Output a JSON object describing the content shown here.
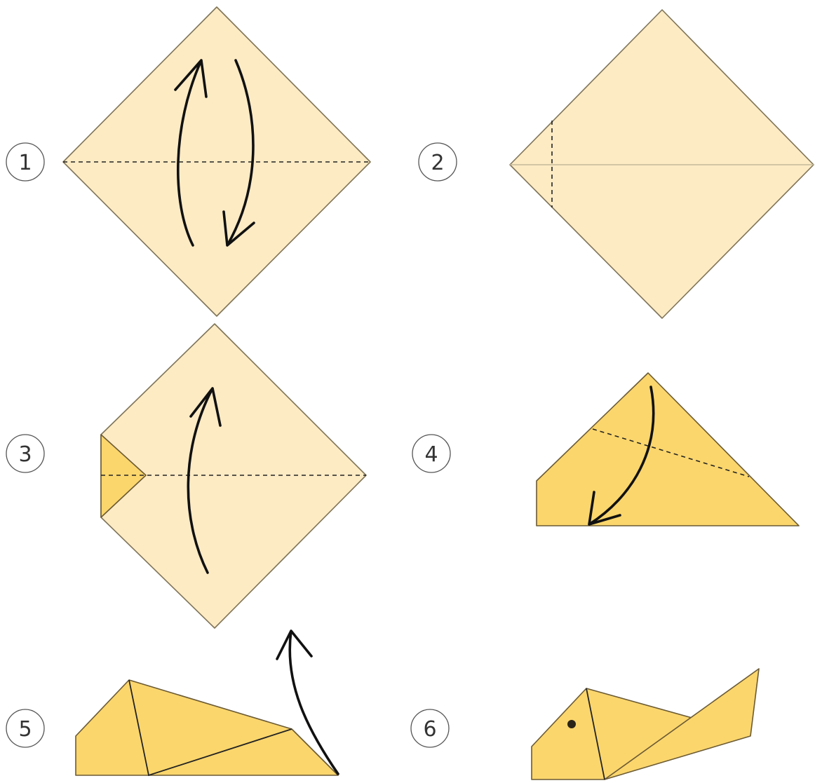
{
  "steps": [
    {
      "number": "1"
    },
    {
      "number": "2"
    },
    {
      "number": "3"
    },
    {
      "number": "4"
    },
    {
      "number": "5"
    },
    {
      "number": "6"
    }
  ],
  "colors": {
    "paper_back": "#fdebc4",
    "paper_front": "#fbd66c",
    "outline": "#6b5a34",
    "arrow": "#111111"
  }
}
